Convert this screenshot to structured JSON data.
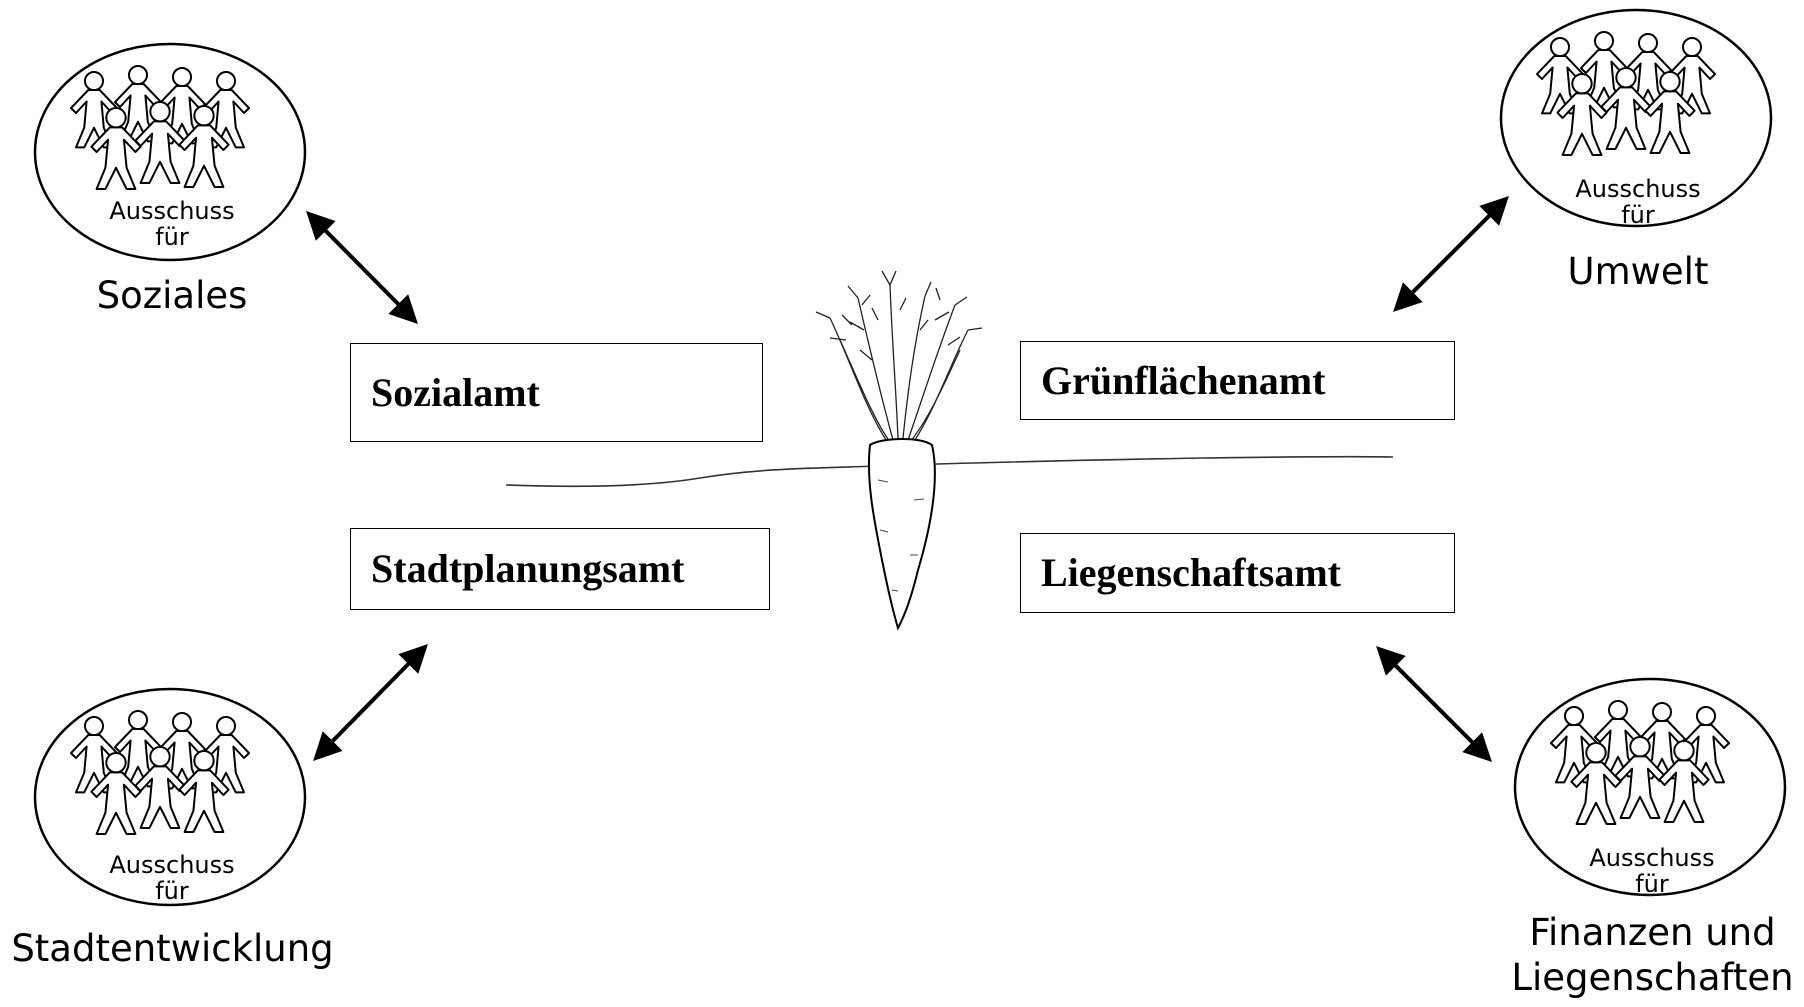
{
  "offices": {
    "social": "Sozialamt",
    "urban_planning": "Stadtplanungsamt",
    "green_spaces": "Grünflächenamt",
    "real_estate": "Liegenschaftsamt"
  },
  "committees": {
    "badge_line_1": "Ausschuss",
    "badge_line_2": "für",
    "social": "Soziales",
    "environment": "Umwelt",
    "urban_development": "Stadtentwicklung",
    "finance_line_1": "Finanzen und",
    "finance_line_2": "Liegenschaften"
  },
  "icons": {
    "committee_emblem": "people-group-icon",
    "center_image": "carrot-icon",
    "connector": "double-arrow-icon"
  },
  "colors": {
    "ink": "#000000",
    "background": "#ffffff"
  }
}
